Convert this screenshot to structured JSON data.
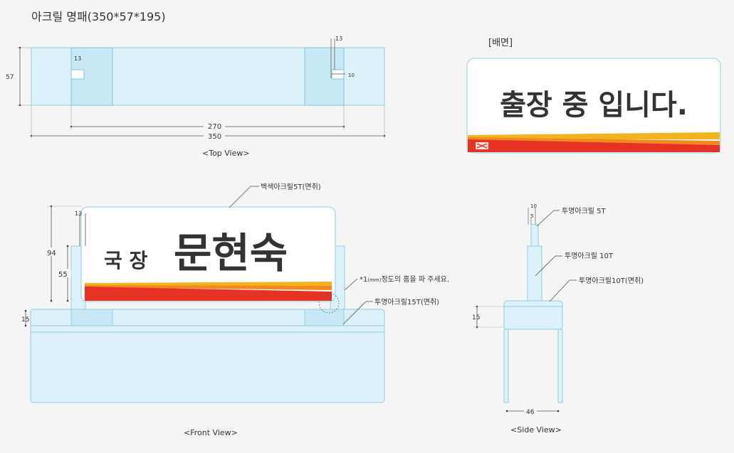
{
  "title": "아크릴 명패(350*57*195)",
  "colors": {
    "acrylic_fill": "#dcf1f9",
    "acrylic_dark": "#c8e8f5",
    "acrylic_stroke": "#8fcfe0",
    "dim_line": "#555555",
    "red": "#e53224",
    "yellow": "#f2b321",
    "orange": "#f08a1e"
  },
  "top_view": {
    "caption": "<Top View>",
    "dims": {
      "d13": "13",
      "d57": "57",
      "d13r": "13",
      "d10": "10",
      "d270": "270",
      "d350": "350"
    }
  },
  "back_side": {
    "label": "[배면]",
    "text": "출장 중 입니다.",
    "logo": "logo-mark"
  },
  "front_view": {
    "caption": "<Front View>",
    "name_role": "국 장",
    "name": "문현숙",
    "dims": {
      "d13": "13",
      "d94": "94",
      "d55": "55",
      "d15": "15"
    },
    "notes": {
      "white_acrylic": "백색아크릴5T(면취)",
      "hole_prefix": "*1",
      "hole_unit": "(mm)",
      "hole_text": "정도의 홈을 파 주세요.",
      "base": "투명아크릴15T(면취)"
    }
  },
  "side_view": {
    "caption": "<Side View>",
    "dims": {
      "d10": "10",
      "d5": "5",
      "d15": "15",
      "d46": "46"
    },
    "notes": {
      "a5t": "투명아크릴 5T",
      "a10t": "투명아크릴 10T",
      "a10t_chamfer": "투명아크릴10T(면취)"
    }
  }
}
